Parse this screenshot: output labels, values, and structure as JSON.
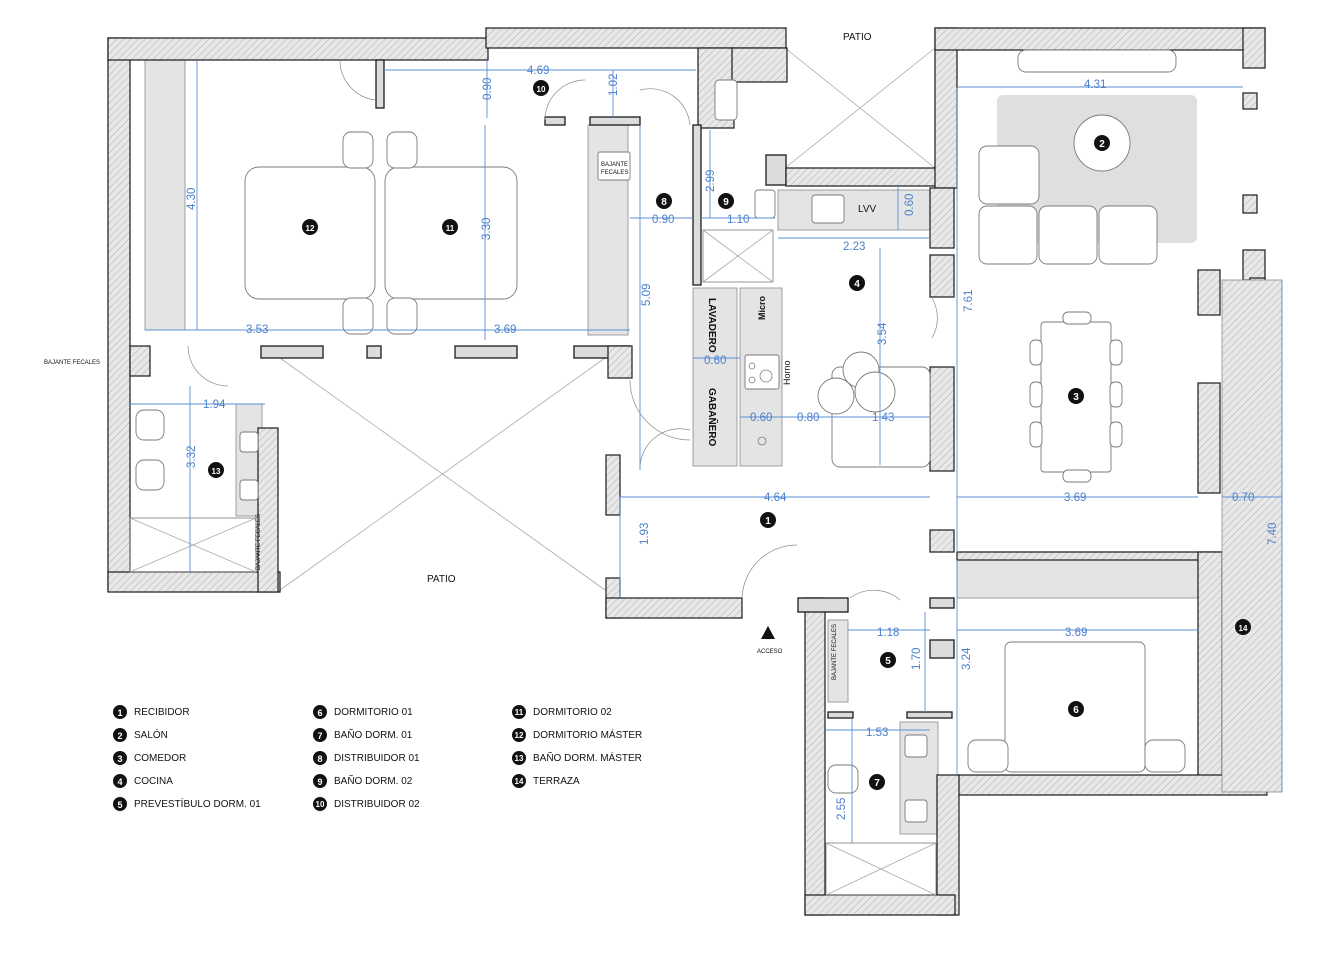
{
  "rooms": [
    {
      "num": "1",
      "name": "RECIBIDOR"
    },
    {
      "num": "2",
      "name": "SALÓN"
    },
    {
      "num": "3",
      "name": "COMEDOR"
    },
    {
      "num": "4",
      "name": "COCINA"
    },
    {
      "num": "5",
      "name": "PREVESTÍBULO DORM. 01"
    },
    {
      "num": "6",
      "name": "DORMITORIO 01"
    },
    {
      "num": "7",
      "name": "BAÑO DORM. 01"
    },
    {
      "num": "8",
      "name": "DISTRIBUIDOR 01"
    },
    {
      "num": "9",
      "name": "BAÑO DORM. 02"
    },
    {
      "num": "10",
      "name": "DISTRIBUIDOR 02"
    },
    {
      "num": "11",
      "name": "DORMITORIO 02"
    },
    {
      "num": "12",
      "name": "DORMITORIO MÁSTER"
    },
    {
      "num": "13",
      "name": "BAÑO DORM. MÁSTER"
    },
    {
      "num": "14",
      "name": "TERRAZA"
    }
  ],
  "labels": {
    "patio_top": "PATIO",
    "patio_center": "PATIO",
    "acceso": "ACCESO",
    "bajante_left": "BAJANTE FECALES",
    "bajante_top_1": "BAJANTE",
    "bajante_top_2": "FECALES",
    "bajante_vert_13": "BAJANTE FECALES",
    "bajante_vert_5": "BAJANTE FECALES",
    "lavadero": "LAVADERO",
    "gabanero": "GABAÑERO",
    "micro": "Micro",
    "horno": "Horno",
    "lvv": "LVV"
  },
  "dims": {
    "d469": "4.69",
    "d090a": "0.90",
    "d102": "1.02",
    "d431": "4.31",
    "d430": "4.30",
    "d330": "3.30",
    "d299": "2.99",
    "d090b": "0.90",
    "d110": "1.10",
    "d060a": "0.60",
    "d223": "2.23",
    "d509": "5.09",
    "d353": "3.53",
    "d369a": "3.69",
    "d354": "3.54",
    "d761": "7.61",
    "d060b": "0.60",
    "d194": "1.94",
    "d332": "3.32",
    "d060c": "0.60",
    "d080": "0.80",
    "d143": "1.43",
    "d464": "4.64",
    "d369b": "3.69",
    "d070": "0.70",
    "d740": "7.40",
    "d193": "1.93",
    "d118": "1.18",
    "d170": "1.70",
    "d369c": "3.69",
    "d324": "3.24",
    "d153": "1.53",
    "d255": "2.55"
  }
}
